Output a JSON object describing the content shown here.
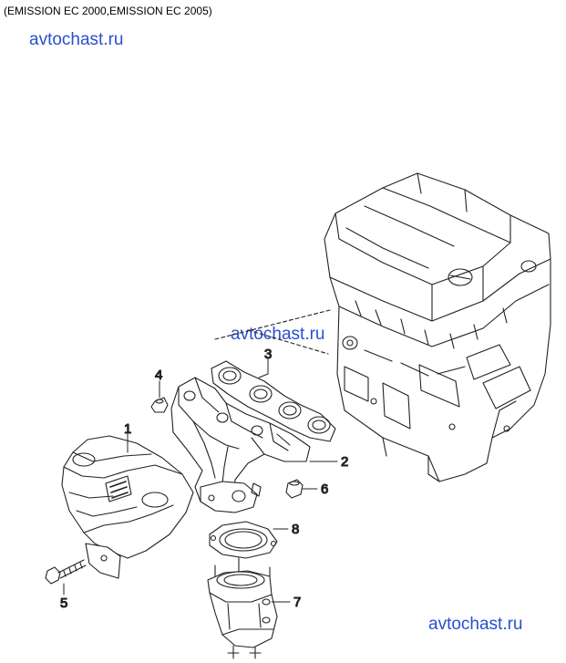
{
  "header": {
    "title": "(EMISSION EC 2000,EMISSION EC 2005)"
  },
  "watermarks": [
    "avtochast.ru",
    "avtochast.ru",
    "avtochast.ru"
  ],
  "callouts": [
    "1",
    "2",
    "3",
    "4",
    "5",
    "6",
    "7",
    "8"
  ]
}
